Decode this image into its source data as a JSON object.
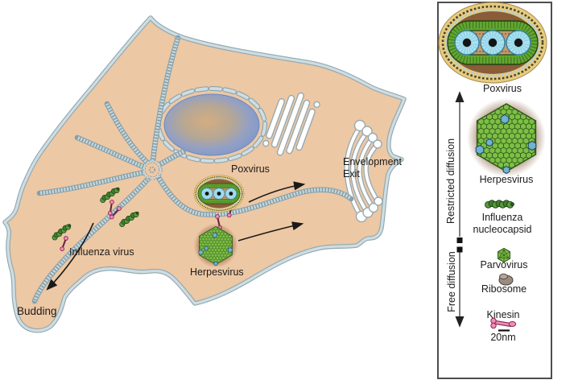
{
  "labels": {
    "poxvirus": "Poxvirus",
    "herpesvirus": "Herpesvirus",
    "influenza_virus": "Influenza virus",
    "budding": "Budding",
    "envelopment": "Envelopment",
    "exit": "Exit"
  },
  "legend": {
    "poxvirus": "Poxvirus",
    "herpesvirus": "Herpesvirus",
    "influenza_line1": "Influenza",
    "influenza_line2": "nucleocapsid",
    "parvovirus": "Parvovirus",
    "ribosome": "Ribosome",
    "kinesin": "Kinesin",
    "scale_bar": "20nm",
    "axis_restricted": "Restricted diffusion",
    "axis_free": "Free diffusion"
  },
  "colors": {
    "cell_fill": "#edc8a4",
    "membrane_edge": "#8fa8b0",
    "membrane_band": "#cfdde2",
    "microtubule_dark": "#86a0aa",
    "microtubule_light": "#c9dade",
    "nucleus_blue": "#7490c7",
    "nucleus_center": "#d4ad80",
    "capsid_green": "#7cbf45",
    "capsid_line": "#2f5518",
    "pox_coat_yellow": "#e6cb80",
    "pox_body_brown": "#b4825c",
    "pox_core_green": "#62a832",
    "pox_blue": "#92d4e8",
    "kinesin_pink": "#ee8fb3",
    "kinesin_dark": "#8c2457",
    "influenza_green": "#57963f",
    "ribosome_gray": "#9b8c82",
    "golgi_white": "#ffffff",
    "organelle_outline": "#98abb3",
    "arrow_black": "#1a1a1a",
    "panel_border": "#4d4d4d"
  }
}
